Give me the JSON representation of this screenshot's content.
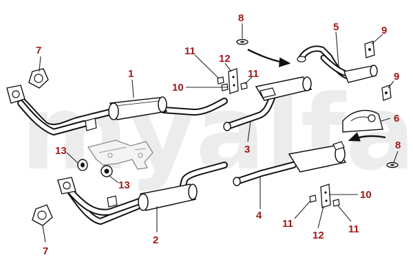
{
  "watermark": "myalfa",
  "colors": {
    "callout": "#a01919",
    "line": "#111111",
    "watermark": "#ececec"
  },
  "callouts": {
    "c1": "1",
    "c2": "2",
    "c3": "3",
    "c4": "4",
    "c5": "5",
    "c6": "6",
    "c7a": "7",
    "c7b": "7",
    "c8a": "8",
    "c8b": "8",
    "c9a": "9",
    "c9b": "9",
    "c10a": "10",
    "c10b": "10",
    "c11a": "11",
    "c11b": "11",
    "c11c": "11",
    "c11d": "11",
    "c12a": "12",
    "c12b": "12",
    "c13a": "13",
    "c13b": "13"
  }
}
